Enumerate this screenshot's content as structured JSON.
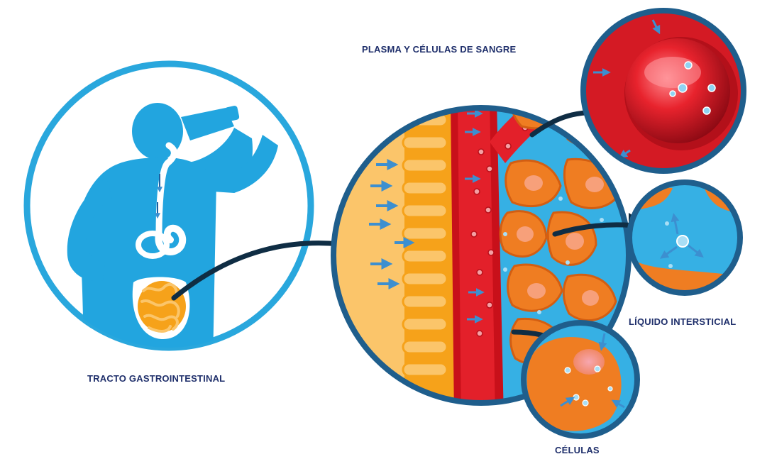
{
  "labels": {
    "gi_tract": "TRACTO GASTROINTESTINAL",
    "plasma": "PLASMA Y CÉLULAS DE SANGRE",
    "interstitial": "LÍQUIDO INTERSTICIAL",
    "cells": "CÉLULAS"
  },
  "colors": {
    "ring_blue": "#29a7dd",
    "silhouette_blue": "#22a5df",
    "navy_text": "#1f2f6b",
    "villi_orange": "#f6a21a",
    "villi_light": "#fbc56a",
    "vessel_red": "#e3202a",
    "cell_orange": "#ef7d22",
    "fluid_blue": "#36b0e4",
    "arrow_dark": "#0f2d44",
    "flow_arrow": "#3c8fd0"
  },
  "icons": {
    "person": "person-drinking-silhouette-icon",
    "intestine": "small-intestine-icon",
    "red_cell": "red-blood-cell-icon"
  }
}
